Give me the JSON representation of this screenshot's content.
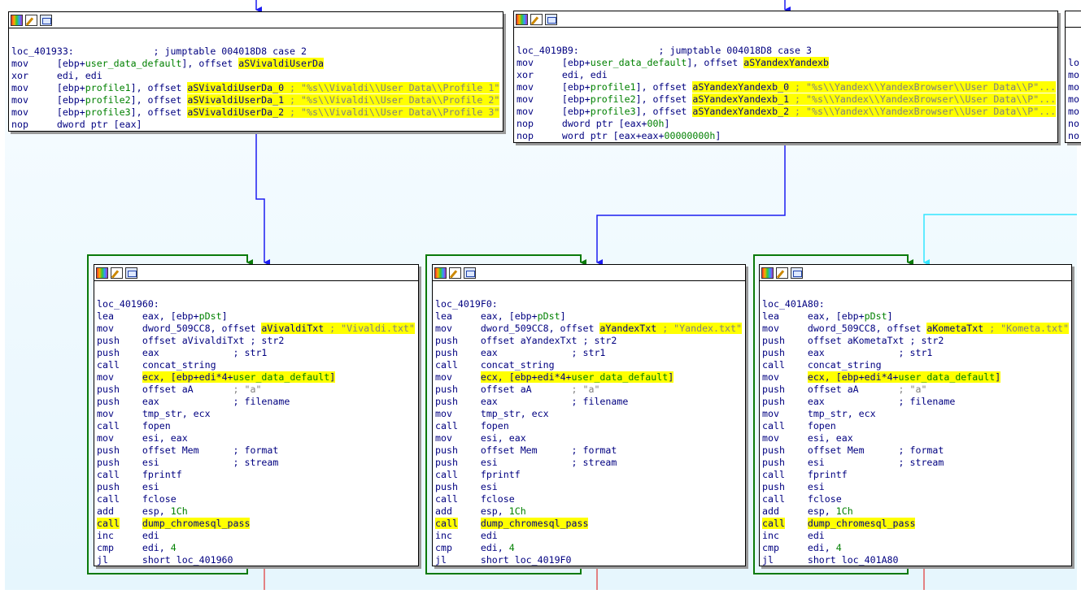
{
  "nodes": [
    {
      "id": "node-401933",
      "lines": [
        [],
        [
          {
            "t": "loc_401933:              "
          },
          {
            "t": "; jumptable 004018D8 case 2"
          }
        ],
        [
          {
            "t": "mov     [ebp+"
          },
          {
            "t": "user_data_default",
            "c": "nm"
          },
          {
            "t": "], offset "
          },
          {
            "t": "aSVivaldiUserDa",
            "c": "hl"
          }
        ],
        [
          {
            "t": "xor     edi, edi"
          }
        ],
        [
          {
            "t": "mov     [ebp+"
          },
          {
            "t": "profile1",
            "c": "nm"
          },
          {
            "t": "], offset "
          },
          {
            "t": "aSVivaldiUserDa_0",
            "c": "hl"
          },
          {
            "t": " ; \"%s\\\\Vivaldi\\\\User Data\\\\Profile 1\"",
            "c": "cm hl"
          }
        ],
        [
          {
            "t": "mov     [ebp+"
          },
          {
            "t": "profile2",
            "c": "nm"
          },
          {
            "t": "], offset "
          },
          {
            "t": "aSVivaldiUserDa_1",
            "c": "hl"
          },
          {
            "t": " ; \"%s\\\\Vivaldi\\\\User Data\\\\Profile 2\"",
            "c": "cm hl"
          }
        ],
        [
          {
            "t": "mov     [ebp+"
          },
          {
            "t": "profile3",
            "c": "nm"
          },
          {
            "t": "], offset "
          },
          {
            "t": "aSVivaldiUserDa_2",
            "c": "hl"
          },
          {
            "t": " ; \"%s\\\\Vivaldi\\\\User Data\\\\Profile 3\"",
            "c": "cm hl"
          }
        ],
        [
          {
            "t": "nop     dword ptr [eax]"
          }
        ]
      ]
    },
    {
      "id": "node-4019B9",
      "lines": [
        [],
        [
          {
            "t": "loc_4019B9:              "
          },
          {
            "t": "; jumptable 004018D8 case 3"
          }
        ],
        [
          {
            "t": "mov     [ebp+"
          },
          {
            "t": "user_data_default",
            "c": "nm"
          },
          {
            "t": "], offset "
          },
          {
            "t": "aSYandexYandexb",
            "c": "hl"
          }
        ],
        [
          {
            "t": "xor     edi, edi"
          }
        ],
        [
          {
            "t": "mov     [ebp+"
          },
          {
            "t": "profile1",
            "c": "nm"
          },
          {
            "t": "], offset "
          },
          {
            "t": "aSYandexYandexb_0",
            "c": "hl"
          },
          {
            "t": " ; \"%s\\\\Yandex\\\\YandexBrowser\\\\User Data\\\\P\"...",
            "c": "cm hl"
          }
        ],
        [
          {
            "t": "mov     [ebp+"
          },
          {
            "t": "profile2",
            "c": "nm"
          },
          {
            "t": "], offset "
          },
          {
            "t": "aSYandexYandexb_1",
            "c": "hl"
          },
          {
            "t": " ; \"%s\\\\Yandex\\\\YandexBrowser\\\\User Data\\\\P\"...",
            "c": "cm hl"
          }
        ],
        [
          {
            "t": "mov     [ebp+"
          },
          {
            "t": "profile3",
            "c": "nm"
          },
          {
            "t": "], offset "
          },
          {
            "t": "aSYandexYandexb_2",
            "c": "hl"
          },
          {
            "t": " ; \"%s\\\\Yandex\\\\YandexBrowser\\\\User Data\\\\P\"...",
            "c": "cm hl"
          }
        ],
        [
          {
            "t": "nop     dword ptr [eax+"
          },
          {
            "t": "00h",
            "c": "nm"
          },
          {
            "t": "]"
          }
        ],
        [
          {
            "t": "nop     word ptr [eax+eax+"
          },
          {
            "t": "00000000h",
            "c": "nm"
          },
          {
            "t": "]"
          }
        ]
      ]
    },
    {
      "id": "node-401A-partial",
      "lines": [
        [],
        [],
        [
          {
            "t": "lo"
          }
        ],
        [
          {
            "t": "mo"
          }
        ],
        [
          {
            "t": "mo"
          }
        ],
        [
          {
            "t": "mo"
          }
        ],
        [
          {
            "t": "mo"
          }
        ],
        [
          {
            "t": "no"
          }
        ],
        [
          {
            "t": "no"
          }
        ]
      ]
    },
    {
      "id": "node-401960",
      "lines": [
        [],
        [
          {
            "t": "loc_401960:"
          }
        ],
        [
          {
            "t": "lea     eax, [ebp+"
          },
          {
            "t": "pDst",
            "c": "nm"
          },
          {
            "t": "]"
          }
        ],
        [
          {
            "t": "mov     dword_509CC8, offset "
          },
          {
            "t": "aVivaldiTxt",
            "c": "hl"
          },
          {
            "t": " ; \"Vivaldi.txt\"",
            "c": "cm hl"
          }
        ],
        [
          {
            "t": "push    offset aVivaldiTxt ; str2"
          }
        ],
        [
          {
            "t": "push    eax             ; str1"
          }
        ],
        [
          {
            "t": "call    concat_string"
          }
        ],
        [
          {
            "t": "mov     "
          },
          {
            "t": "ecx, [ebp+edi*4+",
            "c": "hl"
          },
          {
            "t": "user_data_default",
            "c": "nm hl"
          },
          {
            "t": "]",
            "c": "hl"
          }
        ],
        [
          {
            "t": "push    offset aA       "
          },
          {
            "t": "; \"a\"",
            "c": "cm"
          }
        ],
        [
          {
            "t": "push    eax             ; filename"
          }
        ],
        [
          {
            "t": "mov     tmp_str, ecx"
          }
        ],
        [
          {
            "t": "call    fopen"
          }
        ],
        [
          {
            "t": "mov     esi, eax"
          }
        ],
        [
          {
            "t": "push    offset Mem      ; format"
          }
        ],
        [
          {
            "t": "push    esi             ; stream"
          }
        ],
        [
          {
            "t": "call    fprintf"
          }
        ],
        [
          {
            "t": "push    esi"
          }
        ],
        [
          {
            "t": "call    fclose"
          }
        ],
        [
          {
            "t": "add     esp, "
          },
          {
            "t": "1Ch",
            "c": "nm"
          }
        ],
        [
          {
            "t": "call",
            "c": "hl"
          },
          {
            "t": "    "
          },
          {
            "t": "dump_chromesql_pass",
            "c": "hl"
          }
        ],
        [
          {
            "t": "inc     edi"
          }
        ],
        [
          {
            "t": "cmp     edi, "
          },
          {
            "t": "4",
            "c": "nm"
          }
        ],
        [
          {
            "t": "jl      short loc_401960"
          }
        ]
      ]
    },
    {
      "id": "node-4019F0",
      "lines": [
        [],
        [
          {
            "t": "loc_4019F0:"
          }
        ],
        [
          {
            "t": "lea     eax, [ebp+"
          },
          {
            "t": "pDst",
            "c": "nm"
          },
          {
            "t": "]"
          }
        ],
        [
          {
            "t": "mov     dword_509CC8, offset "
          },
          {
            "t": "aYandexTxt",
            "c": "hl"
          },
          {
            "t": " ; \"Yandex.txt\"",
            "c": "cm hl"
          }
        ],
        [
          {
            "t": "push    offset aYandexTxt ; str2"
          }
        ],
        [
          {
            "t": "push    eax             ; str1"
          }
        ],
        [
          {
            "t": "call    concat_string"
          }
        ],
        [
          {
            "t": "mov     "
          },
          {
            "t": "ecx, [ebp+edi*4+",
            "c": "hl"
          },
          {
            "t": "user_data_default",
            "c": "nm hl"
          },
          {
            "t": "]",
            "c": "hl"
          }
        ],
        [
          {
            "t": "push    offset aA       "
          },
          {
            "t": "; \"a\"",
            "c": "cm"
          }
        ],
        [
          {
            "t": "push    eax             ; filename"
          }
        ],
        [
          {
            "t": "mov     tmp_str, ecx"
          }
        ],
        [
          {
            "t": "call    fopen"
          }
        ],
        [
          {
            "t": "mov     esi, eax"
          }
        ],
        [
          {
            "t": "push    offset Mem      ; format"
          }
        ],
        [
          {
            "t": "push    esi             ; stream"
          }
        ],
        [
          {
            "t": "call    fprintf"
          }
        ],
        [
          {
            "t": "push    esi"
          }
        ],
        [
          {
            "t": "call    fclose"
          }
        ],
        [
          {
            "t": "add     esp, "
          },
          {
            "t": "1Ch",
            "c": "nm"
          }
        ],
        [
          {
            "t": "call",
            "c": "hl"
          },
          {
            "t": "    "
          },
          {
            "t": "dump_chromesql_pass",
            "c": "hl"
          }
        ],
        [
          {
            "t": "inc     edi"
          }
        ],
        [
          {
            "t": "cmp     edi, "
          },
          {
            "t": "4",
            "c": "nm"
          }
        ],
        [
          {
            "t": "jl      short loc_4019F0"
          }
        ]
      ]
    },
    {
      "id": "node-401A80",
      "lines": [
        [],
        [
          {
            "t": "loc_401A80:"
          }
        ],
        [
          {
            "t": "lea     eax, [ebp+"
          },
          {
            "t": "pDst",
            "c": "nm"
          },
          {
            "t": "]"
          }
        ],
        [
          {
            "t": "mov     dword_509CC8, offset "
          },
          {
            "t": "aKometaTxt",
            "c": "hl"
          },
          {
            "t": " ; \"Kometa.txt\"",
            "c": "cm hl"
          }
        ],
        [
          {
            "t": "push    offset aKometaTxt ; str2"
          }
        ],
        [
          {
            "t": "push    eax             ; str1"
          }
        ],
        [
          {
            "t": "call    concat_string"
          }
        ],
        [
          {
            "t": "mov     "
          },
          {
            "t": "ecx, [ebp+edi*4+",
            "c": "hl"
          },
          {
            "t": "user_data_default",
            "c": "nm hl"
          },
          {
            "t": "]",
            "c": "hl"
          }
        ],
        [
          {
            "t": "push    offset aA       "
          },
          {
            "t": "; \"a\"",
            "c": "cm"
          }
        ],
        [
          {
            "t": "push    eax             ; filename"
          }
        ],
        [
          {
            "t": "mov     tmp_str, ecx"
          }
        ],
        [
          {
            "t": "call    fopen"
          }
        ],
        [
          {
            "t": "mov     esi, eax"
          }
        ],
        [
          {
            "t": "push    offset Mem      ; format"
          }
        ],
        [
          {
            "t": "push    esi             ; stream"
          }
        ],
        [
          {
            "t": "call    fprintf"
          }
        ],
        [
          {
            "t": "push    esi"
          }
        ],
        [
          {
            "t": "call    fclose"
          }
        ],
        [
          {
            "t": "add     esp, "
          },
          {
            "t": "1Ch",
            "c": "nm"
          }
        ],
        [
          {
            "t": "call",
            "c": "hl"
          },
          {
            "t": "    "
          },
          {
            "t": "dump_chromesql_pass",
            "c": "hl"
          }
        ],
        [
          {
            "t": "inc     edi"
          }
        ],
        [
          {
            "t": "cmp     edi, "
          },
          {
            "t": "4",
            "c": "nm"
          }
        ],
        [
          {
            "t": "jl      short loc_401A80"
          }
        ]
      ]
    }
  ],
  "colors": {
    "edge_unconditional": "#1c1cf0",
    "edge_loop": "#0a7a0a",
    "edge_incoming": "#33e6ff",
    "edge_fallthrough": "#e05a5a",
    "highlight": "#ffff00"
  }
}
